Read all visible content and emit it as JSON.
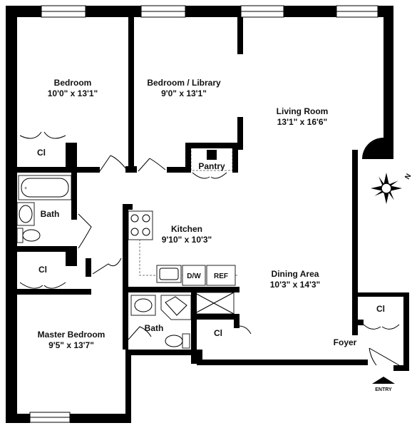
{
  "rooms": {
    "bedroom": {
      "name": "Bedroom",
      "dims": "10'0\" x 13'1\""
    },
    "bedroom_library": {
      "name": "Bedroom / Library",
      "dims": "9'0\" x 13'1\""
    },
    "living_room": {
      "name": "Living Room",
      "dims": "13'1\" x 16'6\""
    },
    "kitchen": {
      "name": "Kitchen",
      "dims": "9'10\" x 10'3\""
    },
    "dining_area": {
      "name": "Dining Area",
      "dims": "10'3\" x 14'3\""
    },
    "master_bedroom": {
      "name": "Master Bedroom",
      "dims": "9'5\" x 13'7\""
    }
  },
  "labels": {
    "closet": "Cl",
    "pantry": "Pantry",
    "bath": "Bath",
    "foyer": "Foyer",
    "dishwasher": "D/W",
    "refrigerator": "REF",
    "entry": "ENTRY",
    "north": "N"
  }
}
